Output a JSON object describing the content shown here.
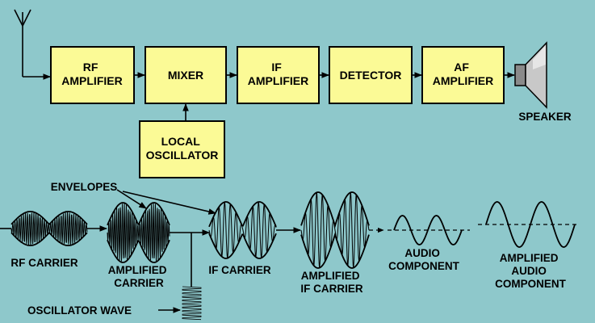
{
  "blocks": {
    "rf_amplifier": [
      "RF",
      "AMPLIFIER"
    ],
    "mixer": [
      "MIXER"
    ],
    "if_amplifier": [
      "IF",
      "AMPLIFIER"
    ],
    "detector": [
      "DETECTOR"
    ],
    "af_amplifier": [
      "AF",
      "AMPLIFIER"
    ],
    "local_oscillator": [
      "LOCAL",
      "OSCILLATOR"
    ]
  },
  "speaker_label": "SPEAKER",
  "waveforms": {
    "envelopes": "ENVELOPES",
    "rf_carrier": "RF CARRIER",
    "amplified_carrier": [
      "AMPLIFIED",
      "CARRIER"
    ],
    "if_carrier": "IF CARRIER",
    "amplified_if_carrier": [
      "AMPLIFIED",
      "IF CARRIER"
    ],
    "audio_component": [
      "AUDIO",
      "COMPONENT"
    ],
    "amplified_audio_component": [
      "AMPLIFIED",
      "AUDIO",
      "COMPONENT"
    ],
    "oscillator_wave": "OSCILLATOR WAVE"
  },
  "colors": {
    "background": "#8ec8cb",
    "block_fill": "#fbfa96",
    "stroke": "#000000"
  }
}
